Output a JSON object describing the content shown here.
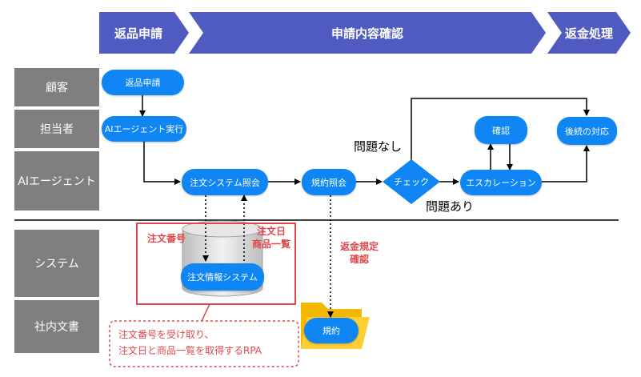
{
  "phases": [
    "返品申請",
    "申請内容確認",
    "返金処理"
  ],
  "lanes": [
    "顧客",
    "担当者",
    "AIエージェント",
    "システム",
    "社内文書"
  ],
  "nodes": {
    "return_request": "返品申請",
    "ai_agent_run": "AIエージェント実行",
    "order_system_query": "注文システム照会",
    "policy_query": "規約照会",
    "check": "チェック",
    "escalation": "エスカレーション",
    "confirm": "確認",
    "follow_up": "後続の対応",
    "order_info_system": "注文情報システム",
    "policy": "規約"
  },
  "labels": {
    "no_issue": "問題なし",
    "issue": "問題あり",
    "order_number": "注文番号",
    "order_date_items": [
      "注文日",
      "商品一覧"
    ],
    "refund_rules_check": [
      "返金規定",
      "確認"
    ]
  },
  "callout": [
    "注文番号を受け取り、",
    "注文日と商品一覧を取得するRPA"
  ],
  "colors": {
    "phase": "#4f5bc0",
    "lane": "#7f7f7f",
    "node": "#0f86f4",
    "highlight": "#e0474c",
    "folder": "#f5b800"
  }
}
